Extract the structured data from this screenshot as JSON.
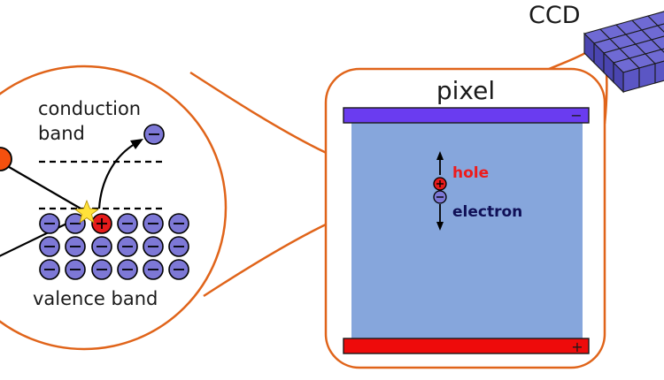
{
  "labels": {
    "ccd": "CCD",
    "pixel": "pixel",
    "conduction_band": [
      "conduction",
      "band"
    ],
    "valence_band": "valence band",
    "hole": "hole",
    "electron": "electron"
  },
  "symbols": {
    "minus": "−",
    "plus": "+"
  },
  "colors": {
    "outline": "#e0641a",
    "pixel_fill": "#86a6dc",
    "electrode_top": "#6a3cf0",
    "electrode_bottom": "#ee0b0b",
    "electron_fill": "#7d78d6",
    "hole_fill": "#e51b1b",
    "photon_source": "#f5500e",
    "star": "#ffe23a",
    "hole_text": "#ee1b1b",
    "electron_text": "#101057",
    "ccd_face": "#6f6ad4"
  }
}
